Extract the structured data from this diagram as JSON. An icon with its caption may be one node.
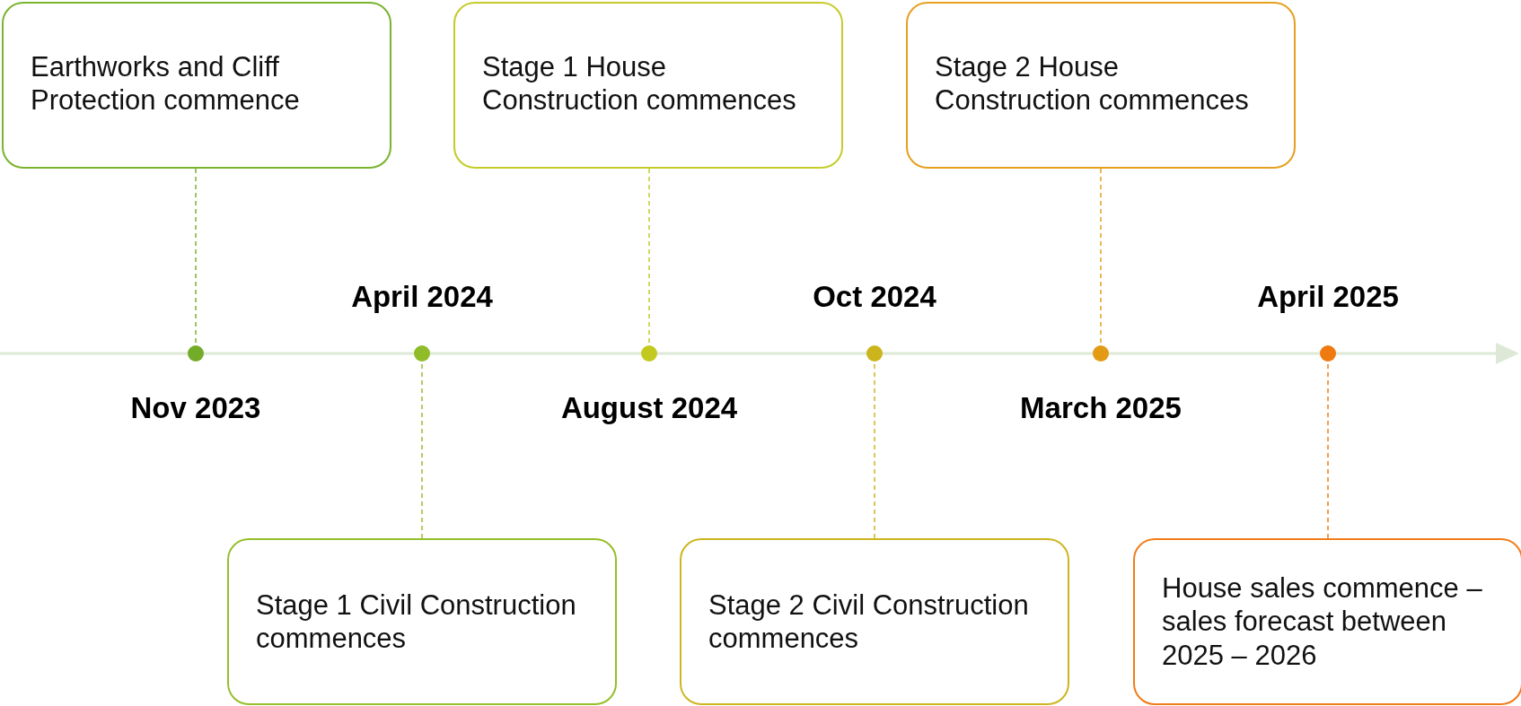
{
  "diagram": {
    "nodes": [
      {
        "text": [
          "Earthworks and Cliff Protection commence"
        ]
      },
      {
        "text": [
          "Stage 1 House Construction commences"
        ]
      },
      {
        "text": [
          "Stage 2 House Construction commences"
        ]
      },
      {
        "text": [],
        "shape": "circle",
        "beside": [
          "Nov 2023"
        ]
      },
      {
        "text": [],
        "shape": "circle",
        "beside": [
          "April 2024"
        ]
      },
      {
        "text": [],
        "shape": "circle",
        "beside": [
          "August 2024"
        ]
      },
      {
        "text": [],
        "shape": "circle",
        "beside": [
          "Oct 2024"
        ]
      },
      {
        "text": [],
        "shape": "circle",
        "beside": [
          "March 2025"
        ]
      },
      {
        "text": [],
        "shape": "circle",
        "beside": [
          "April 2025"
        ]
      },
      {
        "text": [
          "Stage 1 Civil Construction commences"
        ]
      },
      {
        "text": [
          "Stage 2 Civil Construction commences"
        ]
      },
      {
        "text": [
          "House sales commence – sales forecast between 2025 – 2026"
        ]
      }
    ],
    "edges": [
      {
        "from": 0,
        "to": 3,
        "arrow": "none",
        "style": "dashed",
        "color": "#7ab32e"
      },
      {
        "from": 9,
        "to": 4,
        "arrow": "none",
        "style": "dashed",
        "color": "#95be2a"
      },
      {
        "from": 1,
        "to": 5,
        "arrow": "none",
        "style": "dashed",
        "color": "#c5cc2a"
      },
      {
        "from": 10,
        "to": 6,
        "arrow": "none",
        "style": "dashed",
        "color": "#cdb51f"
      },
      {
        "from": 2,
        "to": 7,
        "arrow": "none",
        "style": "dashed",
        "color": "#e6a020"
      },
      {
        "from": 11,
        "to": 8,
        "arrow": "none",
        "style": "dashed",
        "color": "#f07d1a"
      }
    ]
  }
}
